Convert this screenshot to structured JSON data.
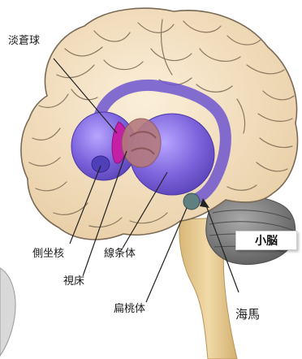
{
  "labels": {
    "globus_pallidus": "淡蒼球",
    "nucleus_accumbens": "側坐核",
    "thalamus": "視床",
    "striatum": "線条体",
    "amygdala": "扁桃体",
    "hippocampus": "海馬",
    "cerebellum": "小脳"
  },
  "colors": {
    "cortex": "#f3dfc0",
    "cortex_outline": "#8a7a66",
    "striatum_purple": "#7a63d6",
    "pallidus_magenta": "#c51fa6",
    "thalamus_brown": "#b57a7e",
    "amygdala_teal": "#5f7f80",
    "brainstem": "#e8cb93",
    "cerebellum": "#7d7d7d",
    "pointer_line": "#222222"
  }
}
